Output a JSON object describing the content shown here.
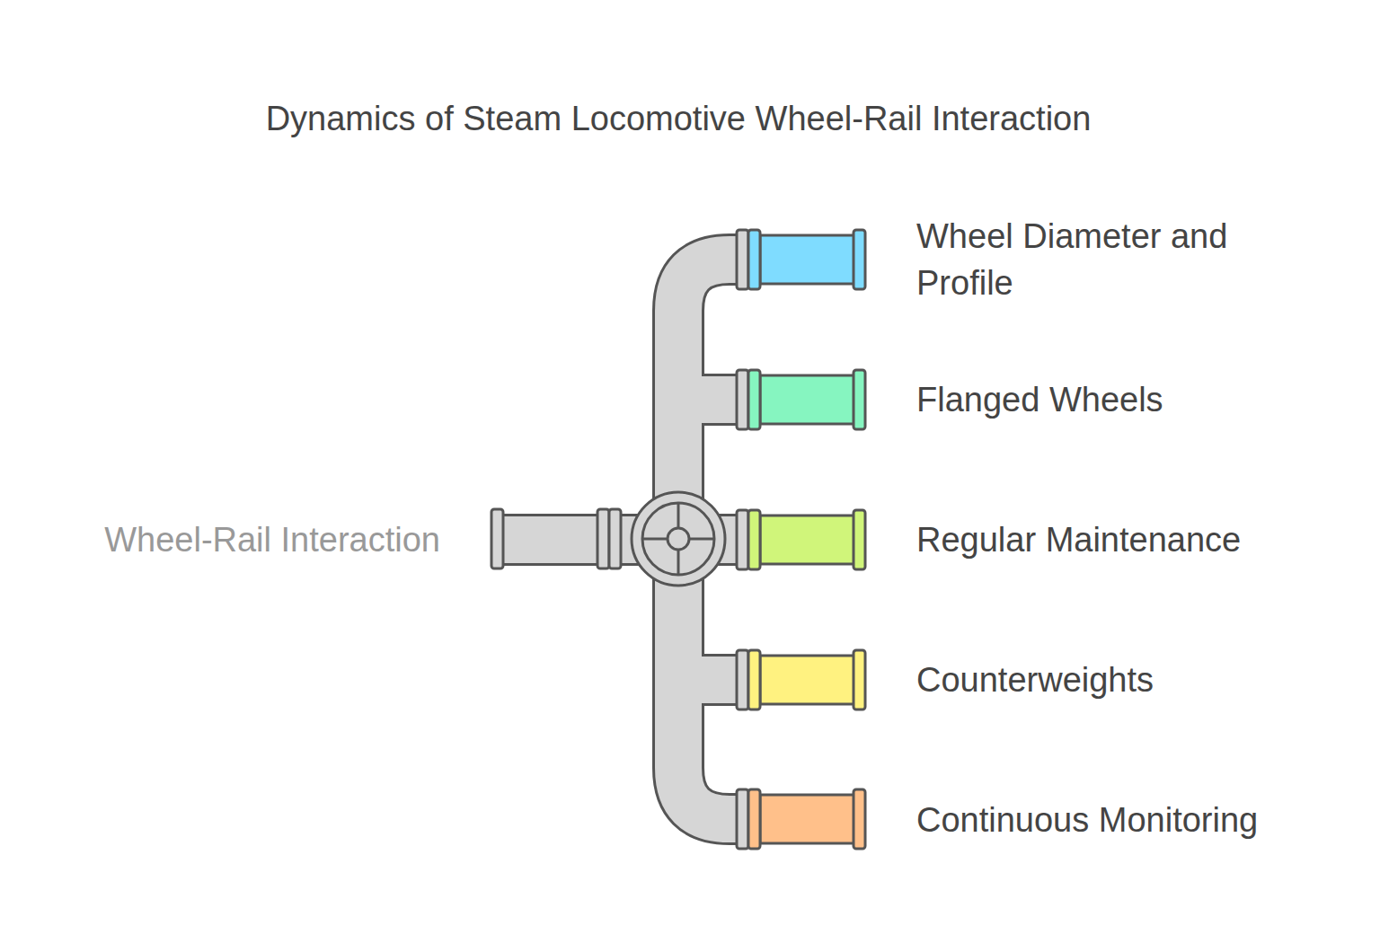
{
  "diagram": {
    "title": "Dynamics of Steam Locomotive Wheel-Rail Interaction",
    "labels": [
      "Wheel-Rail Interaction",
      "Wheel Diameter and Profile",
      "Flanged Wheels",
      "Regular Maintenance",
      "Counterweights",
      "Continuous Monitoring"
    ]
  }
}
